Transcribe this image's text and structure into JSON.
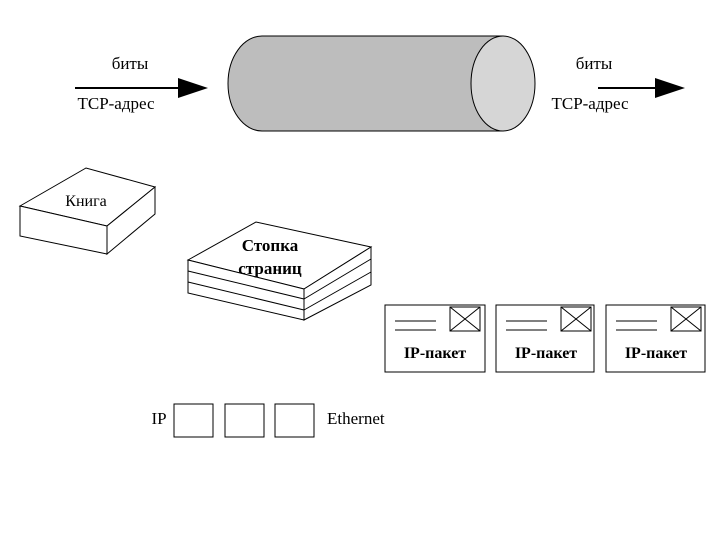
{
  "pipe": {
    "left": {
      "top_label": "биты",
      "bottom_label": "TCP-адрес"
    },
    "right": {
      "top_label": "биты",
      "bottom_label": "TCP-адрес"
    }
  },
  "book": {
    "label": "Книга"
  },
  "pages_stack": {
    "label_line1": "Стопка",
    "label_line2": "страниц"
  },
  "ip_packets": [
    {
      "label": "IP-пакет"
    },
    {
      "label": "IP-пакет"
    },
    {
      "label": "IP-пакет"
    }
  ],
  "frame_row": {
    "left_label": "IP",
    "right_label": "Ethernet",
    "box_count": 3
  },
  "colors": {
    "pipe_body": "#bdbdbd",
    "pipe_end": "#d6d6d6",
    "line": "#000000",
    "background": "#ffffff"
  }
}
